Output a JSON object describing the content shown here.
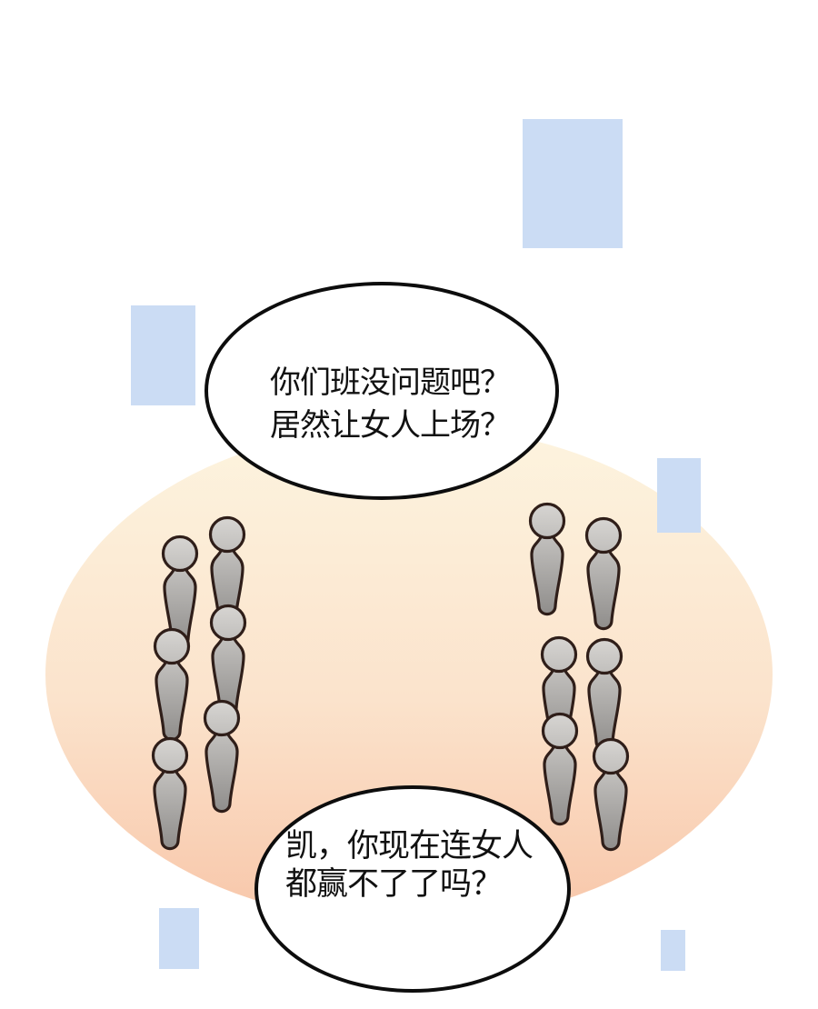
{
  "panel_type": "webtoon-comic-panel",
  "bubbles": [
    {
      "name": "speech-bubble-top",
      "lines": [
        "你们班没问题吧？",
        "居然让女人上场？"
      ]
    },
    {
      "name": "speech-bubble-bottom",
      "lines": [
        "凯，你现在连女人",
        "都赢不了了吗？"
      ]
    }
  ],
  "figures": {
    "description": "two groups of faceless gray mannequin crowd figures standing in columns",
    "left_group_count": 6,
    "right_group_count": 6
  },
  "decor": {
    "blue_rectangle_count": 5,
    "spotlight_shape": "ellipse"
  },
  "colors": {
    "background": "#ffffff",
    "accent_rect_blue": "#cbdcf4",
    "spotlight_top": "#fdf4df",
    "spotlight_mid": "#fbe3cc",
    "spotlight_bottom": "#f8c6a9",
    "figure_fill_top": "#d7d5d2",
    "figure_fill_bottom": "#8d8b89",
    "figure_outline": "#2f1e19",
    "bubble_outline": "#0d0d0d",
    "bubble_fill": "#ffffff",
    "text_color": "#111111"
  }
}
